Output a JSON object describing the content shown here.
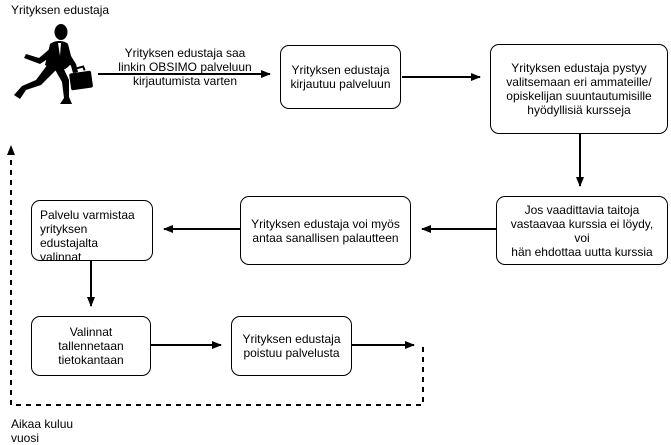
{
  "actor": {
    "title": "Yrityksen edustaja",
    "icon": "running-businessman-icon"
  },
  "edge_label_login_link": "Yrityksen edustaja saa\nlinkin OBSIMO palveluun\nkirjautumista varten",
  "nodes": {
    "login": "Yrityksen edustaja\nkirjautuu palveluun",
    "select_courses": "Yrityksen edustaja pystyy\nvalitsemaan eri ammateille/\nopiskelijan suuntautumisille\nhyödyllisiä kursseja",
    "suggest_course": "Jos vaadittavia taitoja\nvastaavaa kurssia ei löydy, voi\nhän ehdottaa uutta kurssia",
    "feedback": "Yrityksen edustaja voi myös\nantaa sanallisen palautteen",
    "confirm": "Palvelu varmistaa\nyrityksen edustajalta\nvalinnat",
    "save": "Valinnat tallennetaan\ntietokantaan",
    "logout": "Yrityksen edustaja\npoistuu palvelusta"
  },
  "time_label": "Aikaa kuluu\nvuosi"
}
